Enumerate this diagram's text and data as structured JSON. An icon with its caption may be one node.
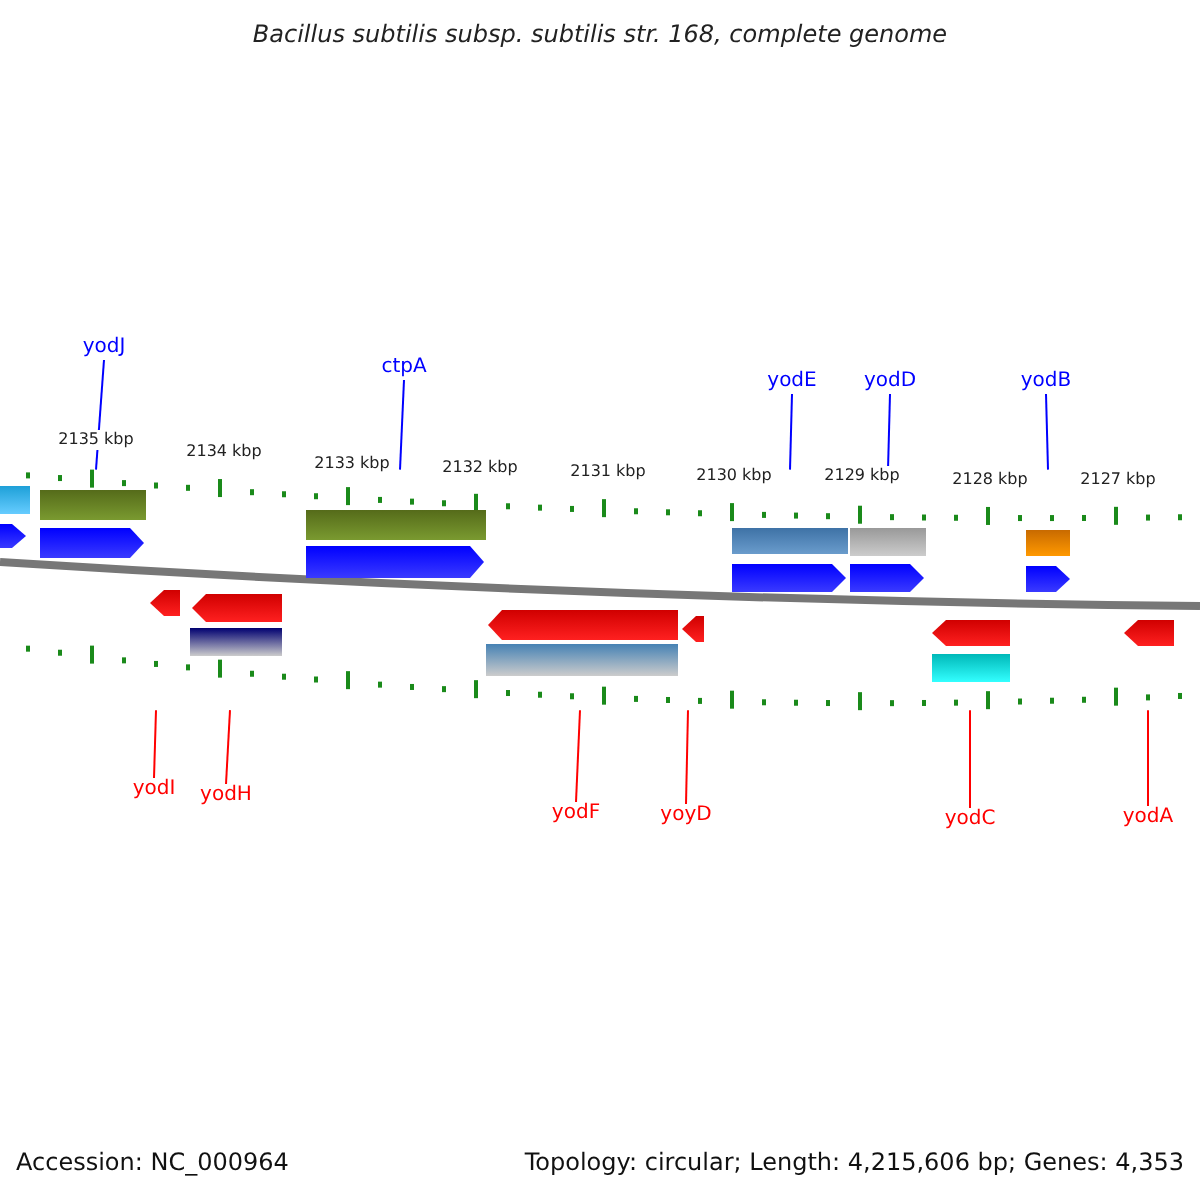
{
  "diagram": {
    "title": "Bacillus subtilis subsp. subtilis str. 168, complete genome",
    "nodes": [
      {
        "text": [
          "yodJ"
        ]
      },
      {
        "text": [
          "ctpA"
        ]
      },
      {
        "text": [
          "yodE"
        ]
      },
      {
        "text": [
          "yodD"
        ]
      },
      {
        "text": [
          "yodB"
        ]
      },
      {
        "text": [
          "yodI"
        ]
      },
      {
        "text": [
          "yodH"
        ]
      },
      {
        "text": [
          "yodF"
        ]
      },
      {
        "text": [
          "yoyD"
        ]
      },
      {
        "text": [
          "yodC"
        ]
      },
      {
        "text": [
          "yodA"
        ]
      },
      {
        "text": [],
        "shape": "picture"
      }
    ],
    "edges": [
      {
        "from": 0,
        "to": 11,
        "arrow": "none",
        "color": "#0000ff"
      },
      {
        "from": 1,
        "to": 11,
        "arrow": "none",
        "color": "#0000ff"
      },
      {
        "from": 2,
        "to": 11,
        "arrow": "none",
        "color": "#0000ff"
      },
      {
        "from": 3,
        "to": 11,
        "arrow": "none",
        "color": "#0000ff"
      },
      {
        "from": 4,
        "to": 11,
        "arrow": "none",
        "color": "#0000ff"
      },
      {
        "from": 5,
        "to": 11,
        "arrow": "none",
        "color": "#ff0000"
      },
      {
        "from": 6,
        "to": 11,
        "arrow": "none",
        "color": "#ff0000"
      },
      {
        "from": 7,
        "to": 11,
        "arrow": "none",
        "color": "#ff0000"
      },
      {
        "from": 8,
        "to": 11,
        "arrow": "none",
        "color": "#ff0000"
      },
      {
        "from": 9,
        "to": 11,
        "arrow": "none",
        "color": "#ff0000"
      },
      {
        "from": 10,
        "to": 11,
        "arrow": "none",
        "color": "#ff0000"
      }
    ],
    "labels": [
      "2135 kbp",
      "2134 kbp",
      "2133 kbp",
      "2132 kbp",
      "2131 kbp",
      "2130 kbp",
      "2129 kbp",
      "2128 kbp",
      "2127 kbp",
      "Accession: NC_000964",
      "Topology: circular; Length: 4,215,606 bp; Genes: 4,353"
    ]
  }
}
